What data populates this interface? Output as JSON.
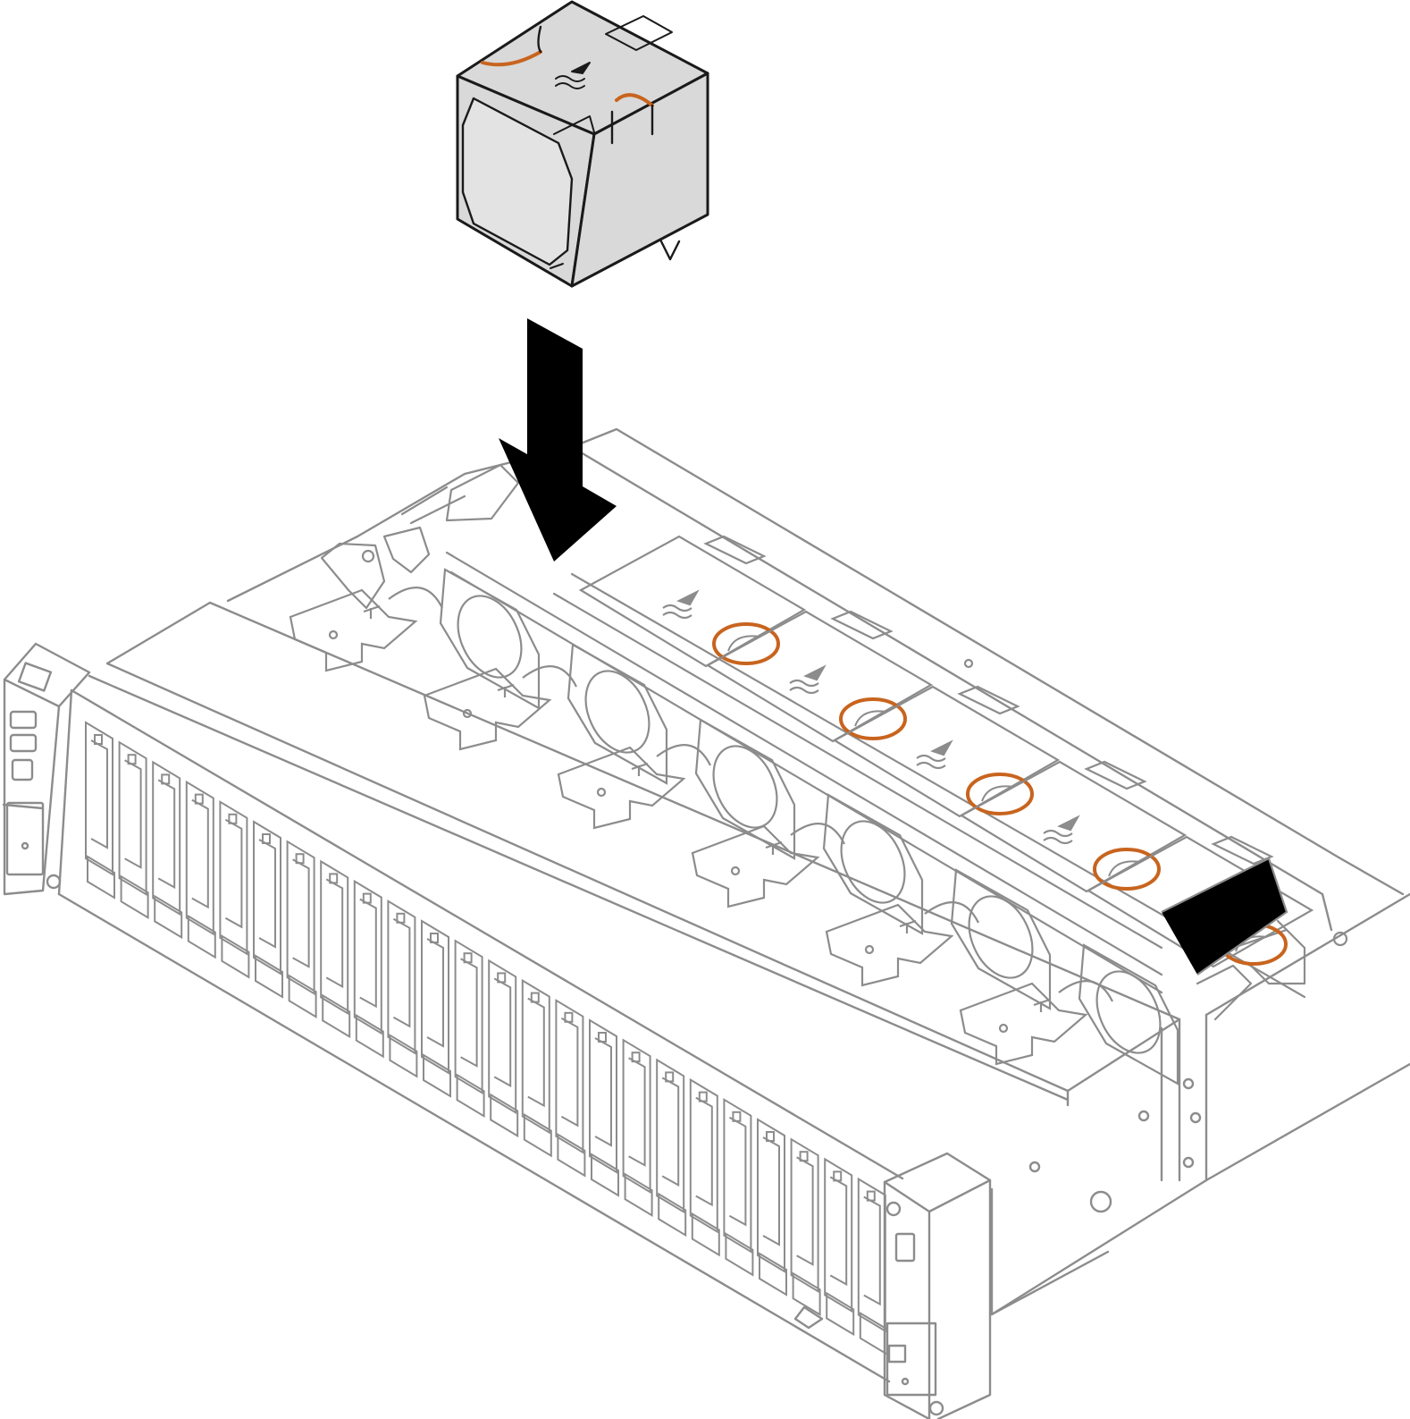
{
  "figure": {
    "caption": "",
    "colors": {
      "outline_light": "#8c8c8c",
      "outline_dark": "#1a1a1a",
      "fan_fill": "#d9d9d9",
      "fan_face": "#e3e3e3",
      "latch_orange": "#c8641e",
      "arrow": "#000000",
      "background": "#ffffff"
    },
    "fan_slots": 6,
    "drive_bays": 24,
    "direction": "down",
    "icons": [
      "fan-module-icon",
      "install-arrow-icon",
      "server-chassis-icon",
      "airflow-arrow-icon",
      "release-latch-icon"
    ]
  }
}
